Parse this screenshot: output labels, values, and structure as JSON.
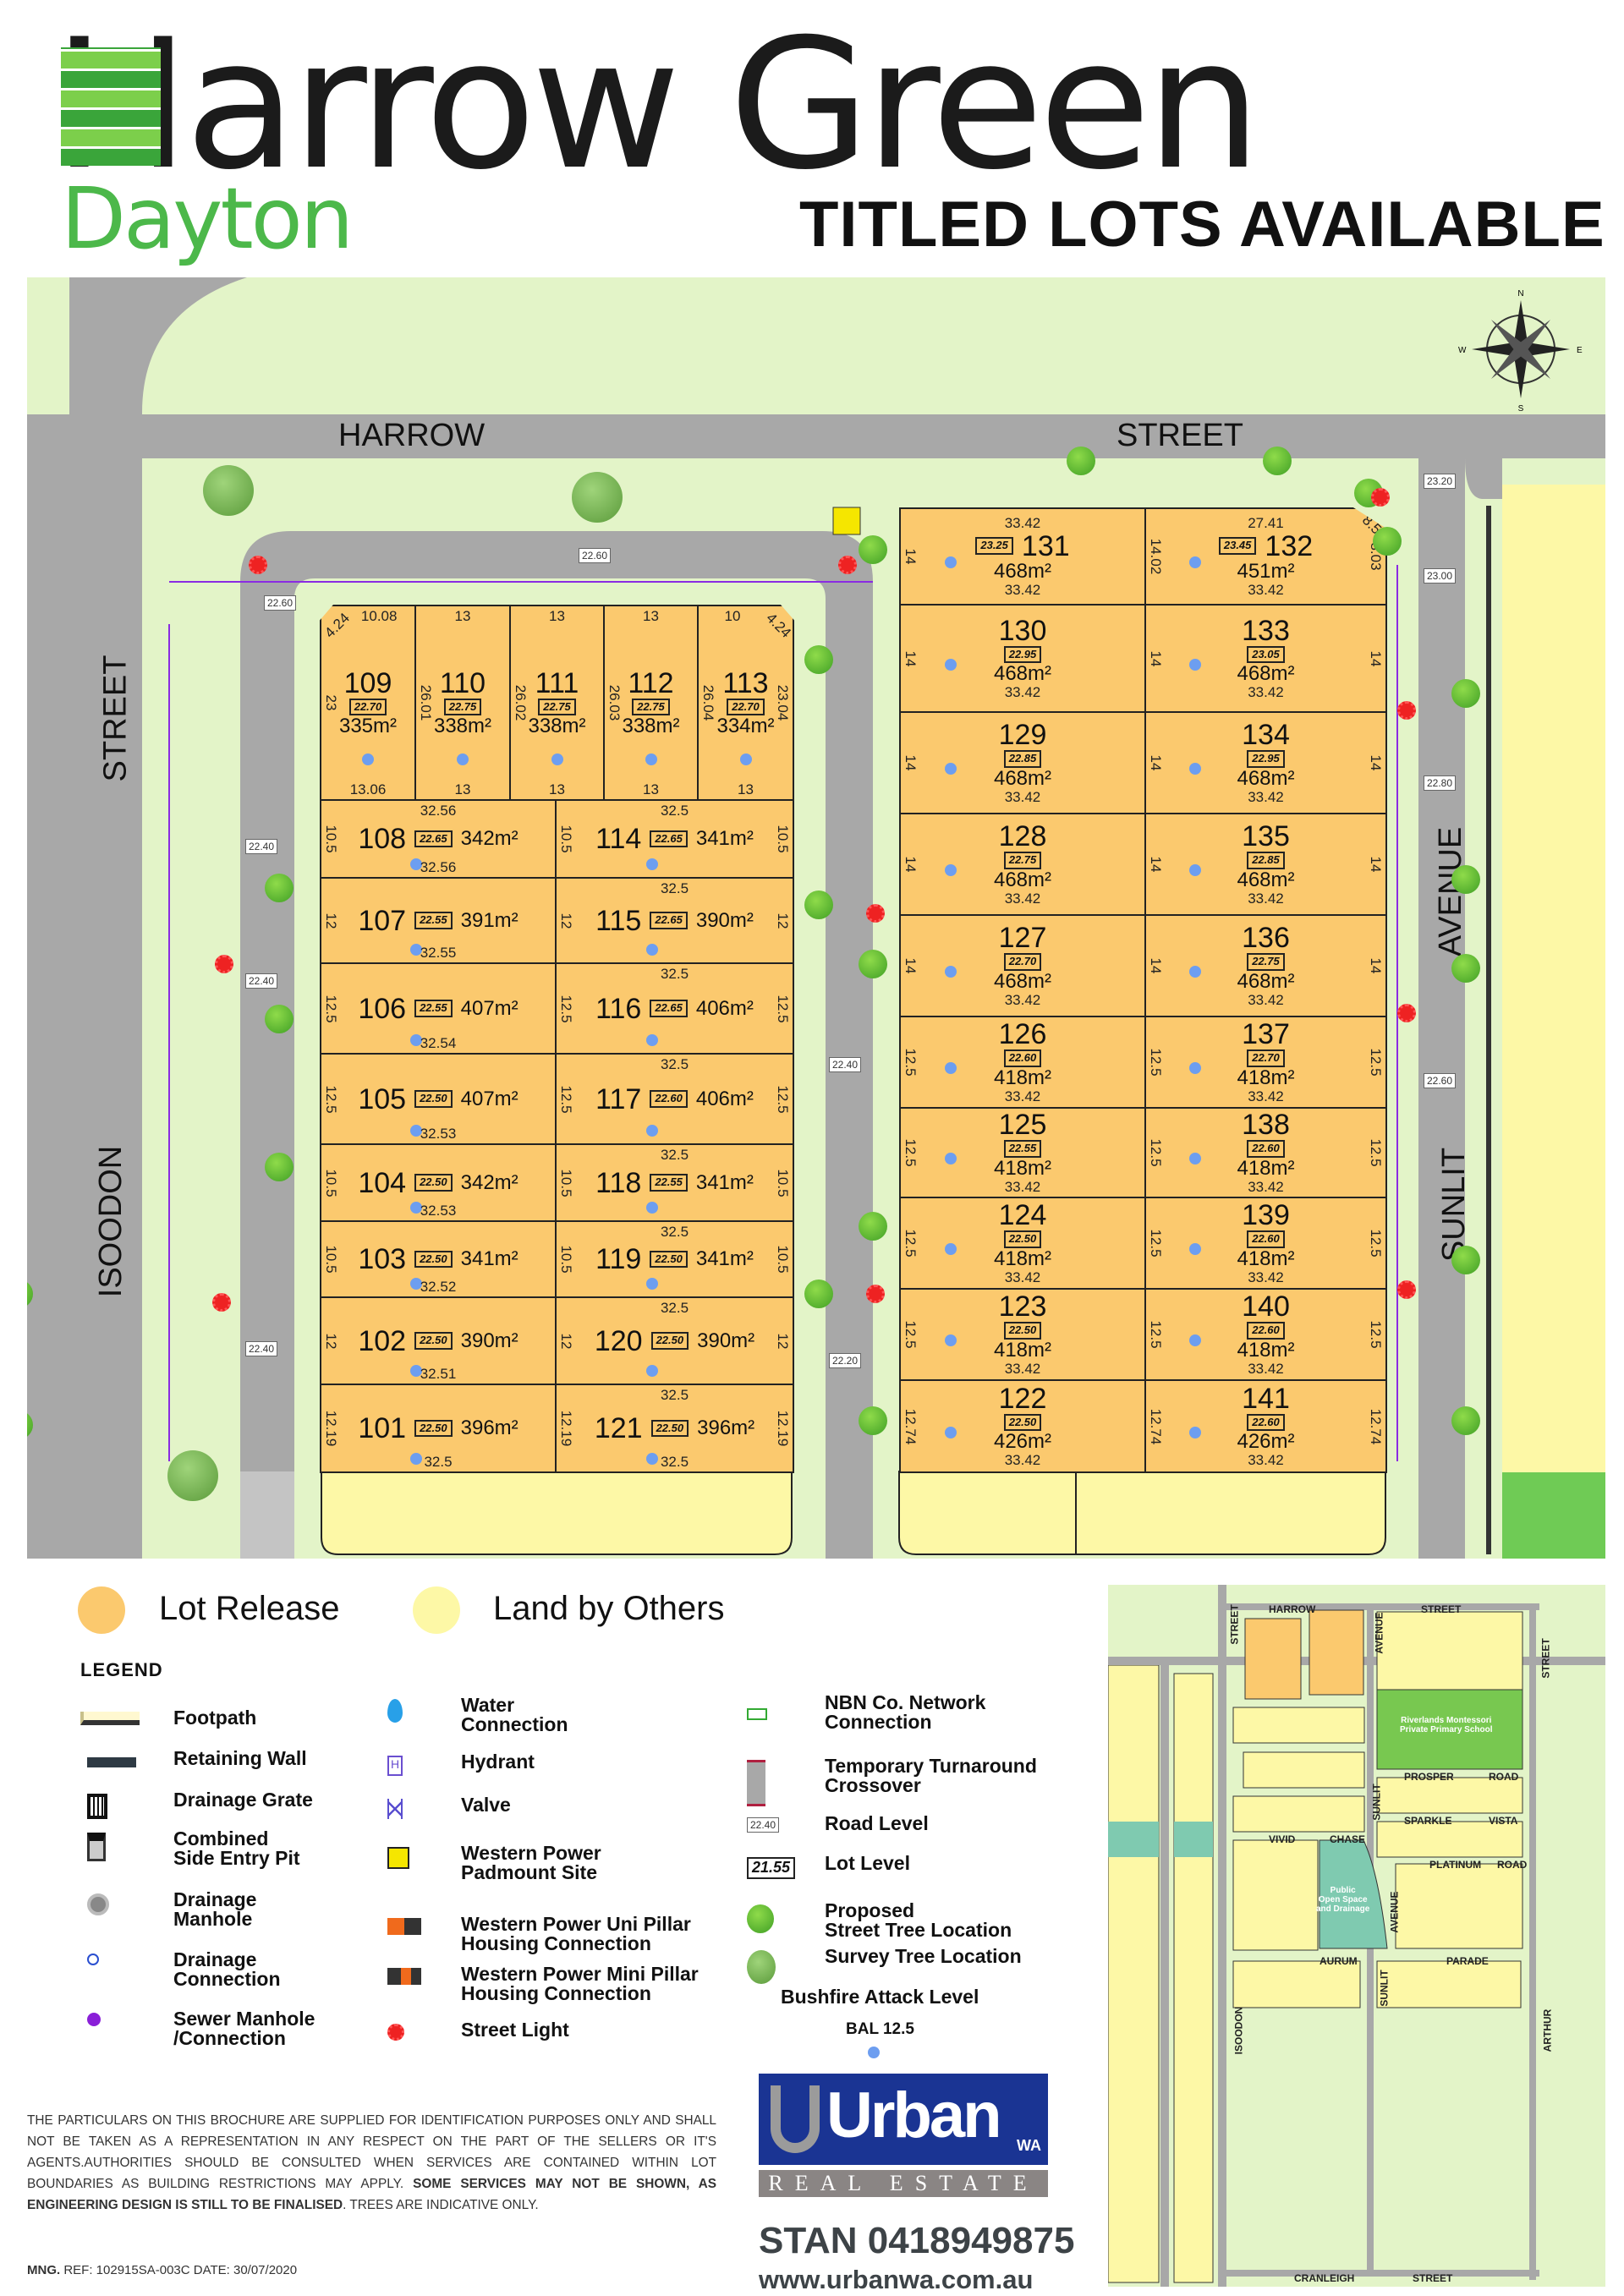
{
  "header": {
    "logo_text": "Harrow Green",
    "subtitle": "Dayton",
    "headline": "TITLED LOTS AVAILABLE"
  },
  "colors": {
    "lot_release": "#fbc96e",
    "land_by_others": "#fdf8a6",
    "brand_green": "#4cb84a",
    "urban_blue": "#1a3493"
  },
  "map": {
    "streets": {
      "harrow_left": "HARROW",
      "harrow_right": "STREET",
      "isoodon_street": "STREET",
      "isoodon": "ISOODON",
      "sunlit_avenue": "AVENUE",
      "sunlit": "SUNLIT"
    },
    "road_levels": [
      "22.60",
      "22.60",
      "22.40",
      "22.40",
      "22.40",
      "22.40",
      "22.20",
      "23.20",
      "23.00",
      "22.80",
      "22.60"
    ],
    "compass": {
      "n": "N",
      "s": "S",
      "e": "E",
      "w": "W"
    }
  },
  "lots": [
    {
      "id": "109",
      "area": "335m²",
      "level": "22.70",
      "top": "10.08",
      "bottom": "13.06",
      "left": "23",
      "corner": "4.24"
    },
    {
      "id": "110",
      "area": "338m²",
      "level": "22.75",
      "top": "13",
      "bottom": "13",
      "left": "26.01"
    },
    {
      "id": "111",
      "area": "338m²",
      "level": "22.75",
      "top": "13",
      "bottom": "13",
      "left": "26.02"
    },
    {
      "id": "112",
      "area": "338m²",
      "level": "22.75",
      "top": "13",
      "bottom": "13",
      "left": "26.03"
    },
    {
      "id": "113",
      "area": "334m²",
      "level": "22.70",
      "top": "10",
      "bottom": "13",
      "left": "26.04",
      "right": "23.04",
      "corner": "4.24"
    },
    {
      "id": "108",
      "area": "342m²",
      "level": "22.65",
      "top": "32.56",
      "bottom": "32.56",
      "left": "10.5"
    },
    {
      "id": "114",
      "area": "341m²",
      "level": "22.65",
      "top": "32.5",
      "left": "10.5",
      "right": "10.5"
    },
    {
      "id": "107",
      "area": "391m²",
      "level": "22.55",
      "bottom": "32.55",
      "left": "12"
    },
    {
      "id": "115",
      "area": "390m²",
      "level": "22.65",
      "top": "32.5",
      "left": "12",
      "right": "12"
    },
    {
      "id": "106",
      "area": "407m²",
      "level": "22.55",
      "bottom": "32.54",
      "left": "12.5"
    },
    {
      "id": "116",
      "area": "406m²",
      "level": "22.65",
      "top": "32.5",
      "left": "12.5",
      "right": "12.5"
    },
    {
      "id": "105",
      "area": "407m²",
      "level": "22.50",
      "bottom": "32.53",
      "left": "12.5"
    },
    {
      "id": "117",
      "area": "406m²",
      "level": "22.60",
      "top": "32.5",
      "left": "12.5",
      "right": "12.5"
    },
    {
      "id": "104",
      "area": "342m²",
      "level": "22.50",
      "bottom": "32.53",
      "left": "10.5"
    },
    {
      "id": "118",
      "area": "341m²",
      "level": "22.55",
      "top": "32.5",
      "left": "10.5",
      "right": "10.5"
    },
    {
      "id": "103",
      "area": "341m²",
      "level": "22.50",
      "bottom": "32.52",
      "left": "10.5"
    },
    {
      "id": "119",
      "area": "341m²",
      "level": "22.50",
      "top": "32.5",
      "left": "10.5",
      "right": "10.5"
    },
    {
      "id": "102",
      "area": "390m²",
      "level": "22.50",
      "bottom": "32.51",
      "left": "12"
    },
    {
      "id": "120",
      "area": "390m²",
      "level": "22.50",
      "top": "32.5",
      "left": "12",
      "right": "12"
    },
    {
      "id": "101",
      "area": "396m²",
      "level": "22.50",
      "bottom": "32.5",
      "left": "12.19"
    },
    {
      "id": "121",
      "area": "396m²",
      "level": "22.50",
      "top": "32.5",
      "bottom": "32.5",
      "left": "12.19",
      "right": "12.19"
    },
    {
      "id": "131",
      "area": "468m²",
      "level": "23.25",
      "top": "33.42",
      "bottom": "33.42",
      "left": "14"
    },
    {
      "id": "132",
      "area": "451m²",
      "level": "23.45",
      "top": "27.41",
      "bottom": "33.42",
      "left": "14.02",
      "right": "8.03",
      "corner": "8.5"
    },
    {
      "id": "130",
      "area": "468m²",
      "level": "22.95",
      "bottom": "33.42",
      "left": "14"
    },
    {
      "id": "133",
      "area": "468m²",
      "level": "23.05",
      "bottom": "33.42",
      "left": "14",
      "right": "14"
    },
    {
      "id": "129",
      "area": "468m²",
      "level": "22.85",
      "bottom": "33.42",
      "left": "14"
    },
    {
      "id": "134",
      "area": "468m²",
      "level": "22.95",
      "bottom": "33.42",
      "left": "14",
      "right": "14"
    },
    {
      "id": "128",
      "area": "468m²",
      "level": "22.75",
      "bottom": "33.42",
      "left": "14"
    },
    {
      "id": "135",
      "area": "468m²",
      "level": "22.85",
      "bottom": "33.42",
      "left": "14",
      "right": "14"
    },
    {
      "id": "127",
      "area": "468m²",
      "level": "22.70",
      "bottom": "33.42",
      "left": "14"
    },
    {
      "id": "136",
      "area": "468m²",
      "level": "22.75",
      "bottom": "33.42",
      "left": "14",
      "right": "14"
    },
    {
      "id": "126",
      "area": "418m²",
      "level": "22.60",
      "bottom": "33.42",
      "left": "12.5"
    },
    {
      "id": "137",
      "area": "418m²",
      "level": "22.70",
      "bottom": "33.42",
      "left": "12.5",
      "right": "12.5"
    },
    {
      "id": "125",
      "area": "418m²",
      "level": "22.55",
      "bottom": "33.42",
      "left": "12.5"
    },
    {
      "id": "138",
      "area": "418m²",
      "level": "22.60",
      "bottom": "33.42",
      "left": "12.5",
      "right": "12.5"
    },
    {
      "id": "124",
      "area": "418m²",
      "level": "22.50",
      "bottom": "33.42",
      "left": "12.5"
    },
    {
      "id": "139",
      "area": "418m²",
      "level": "22.60",
      "bottom": "33.42",
      "left": "12.5",
      "right": "12.5"
    },
    {
      "id": "123",
      "area": "418m²",
      "level": "22.50",
      "bottom": "33.42",
      "left": "12.5"
    },
    {
      "id": "140",
      "area": "418m²",
      "level": "22.60",
      "bottom": "33.42",
      "left": "12.5",
      "right": "12.5"
    },
    {
      "id": "122",
      "area": "426m²",
      "level": "22.50",
      "bottom": "33.42",
      "left": "12.74"
    },
    {
      "id": "141",
      "area": "426m²",
      "level": "22.60",
      "bottom": "33.42",
      "left": "12.74",
      "right": "12.74"
    }
  ],
  "key": {
    "lot_release": "Lot Release",
    "land_by_others": "Land by Others"
  },
  "legend": {
    "title": "LEGEND",
    "col1": [
      "Footpath",
      "Retaining Wall",
      "Drainage Grate",
      "Combined\nSide Entry Pit",
      "Drainage\nManhole",
      "Drainage\nConnection",
      "Sewer Manhole\n/Connection"
    ],
    "col2": [
      "Water\nConnection",
      "Hydrant",
      "Valve",
      "Western Power\nPadmount Site",
      "Western Power Uni Pillar\nHousing Connection",
      "Western Power Mini Pillar\nHousing Connection",
      "Street Light"
    ],
    "col3": [
      "NBN Co. Network\nConnection",
      "Temporary Turnaround\nCrossover",
      "Road Level",
      "Lot Level",
      "Proposed\nStreet Tree Location",
      "Survey Tree Location"
    ],
    "road_level_sample": "22.40",
    "lot_level_sample": "21.55",
    "bushfire_title": "Bushfire Attack Level",
    "bushfire_value": "BAL 12.5"
  },
  "footer": {
    "disclaimer_plain": "THE PARTICULARS ON THIS BROCHURE ARE SUPPLIED FOR IDENTIFICATION PURPOSES ONLY AND SHALL NOT BE TAKEN AS A REPRESENTATION IN ANY RESPECT ON THE PART OF THE SELLERS OR IT'S AGENTS.AUTHORITIES SHOULD BE CONSULTED WHEN SERVICES ARE CONTAINED WITHIN LOT BOUNDARIES AS BUILDING RESTRICTIONS MAY APPLY. ",
    "disclaimer_bold": "SOME SERVICES MAY NOT BE SHOWN, AS ENGINEERING DESIGN IS STILL TO BE FINALISED",
    "disclaimer_end": ". TREES ARE INDICATIVE ONLY.",
    "mng": "MNG.",
    "ref": "REF: 102915SA-003C  DATE: 30/07/2020",
    "agency_name": "Urban",
    "agency_suffix": "WA",
    "agency_tagline": "REAL ESTATE",
    "contact": "STAN 0418949875",
    "website": "www.urbanwa.com.au"
  },
  "minimap": {
    "labels": [
      "HARROW",
      "STREET",
      "STREET",
      "AVENUE",
      "STREET",
      "PROSPER",
      "ROAD",
      "SUNLIT",
      "SPARKLE",
      "VISTA",
      "VIVID",
      "CHASE",
      "PLATINUM",
      "ROAD",
      "AVENUE",
      "SUNLIT",
      "AURUM",
      "PARADE",
      "ISOODON",
      "ARTHUR",
      "CRANLEIGH",
      "STREET"
    ],
    "school": "Riverlands Montessori\nPrivate Primary School",
    "pos": "Public\nOpen Space\nand Drainage"
  }
}
